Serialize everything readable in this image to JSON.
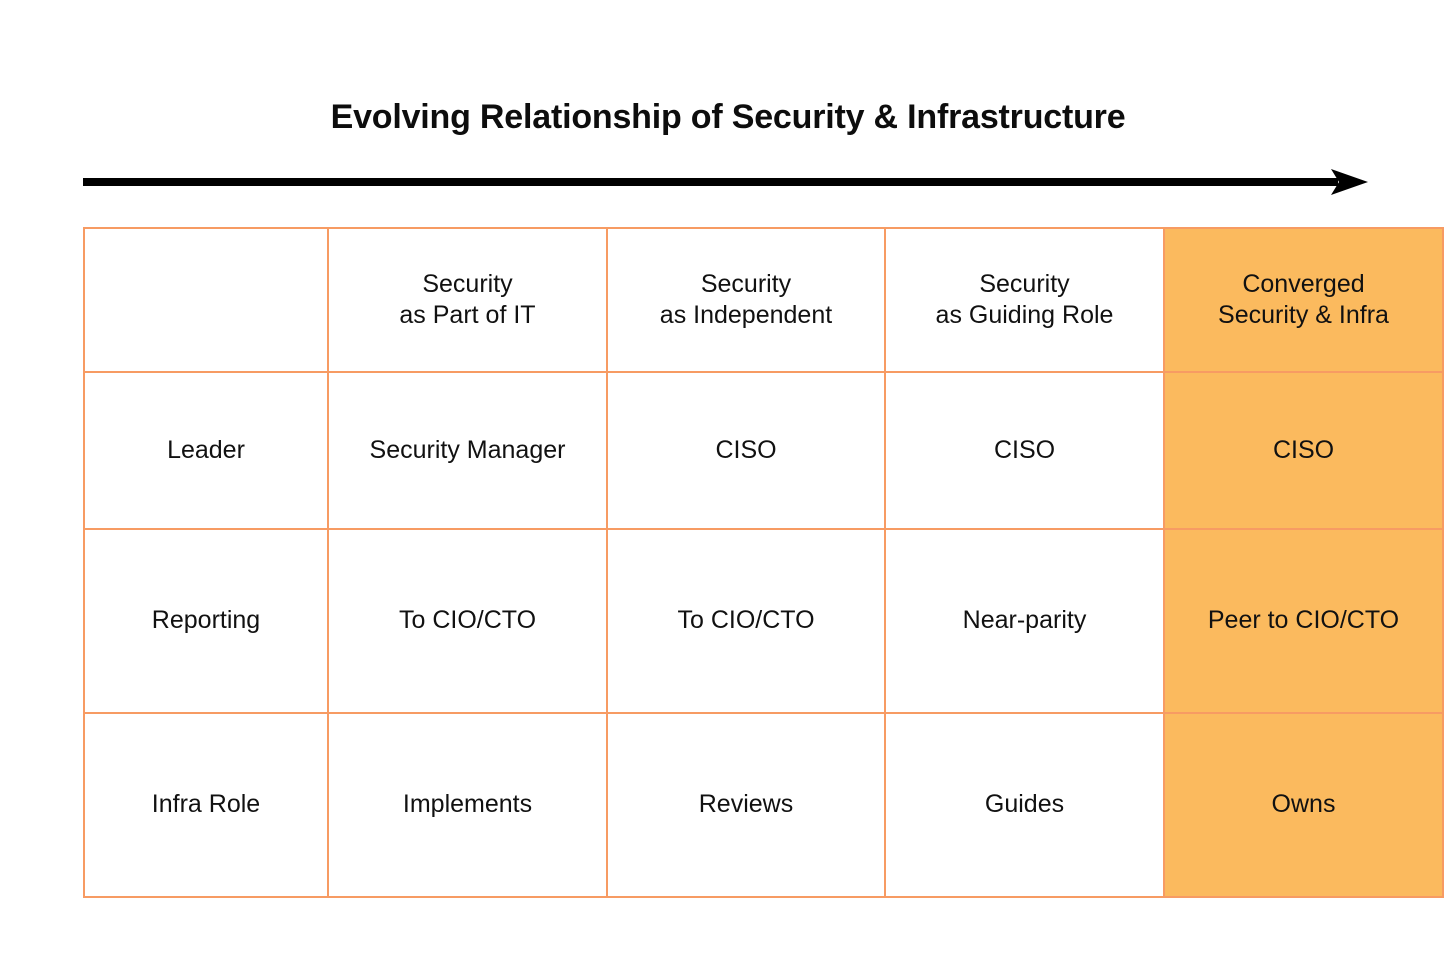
{
  "page": {
    "title": "Evolving Relationship of Security & Infrastructure",
    "background_color": "#FFFFFF"
  },
  "timeline_arrow": {
    "icon": "right-arrow-icon",
    "color": "#000000",
    "direction": "right"
  },
  "colors": {
    "table_border": "#F79B63",
    "highlight_background": "#FBBA5E",
    "text": "#111111",
    "arrow": "#000000"
  },
  "chart_data": {
    "type": "table",
    "title": "Evolving Relationship of Security & Infrastructure",
    "annotations": [
      "maturity progression arrow pointing right"
    ],
    "row_header_label": "",
    "categories": [
      "Security as Part of IT",
      "Security as Independent",
      "Security as Guiding Role",
      "Converged Security & Infra"
    ],
    "highlighted_column_index": 3,
    "rows": [
      "Leader",
      "Reporting",
      "Infra Role"
    ],
    "values": [
      [
        "Security Manager",
        "CISO",
        "CISO",
        "CISO"
      ],
      [
        "To CIO/CTO",
        "To CIO/CTO",
        "Near-parity",
        "Peer to CIO/CTO"
      ],
      [
        "Implements",
        "Reviews",
        "Guides",
        "Owns"
      ]
    ]
  },
  "table": {
    "header": {
      "corner": "",
      "columns": [
        {
          "line1": "Security",
          "line2": "as Part of IT",
          "highlighted": false
        },
        {
          "line1": "Security",
          "line2": "as Independent",
          "highlighted": false
        },
        {
          "line1": "Security",
          "line2": "as Guiding Role",
          "highlighted": false
        },
        {
          "line1": "Converged",
          "line2": "Security & Infra",
          "highlighted": true
        }
      ]
    },
    "rows": [
      {
        "label": "Leader",
        "cells": [
          "Security Manager",
          "CISO",
          "CISO",
          "CISO"
        ]
      },
      {
        "label": "Reporting",
        "cells": [
          "To CIO/CTO",
          "To CIO/CTO",
          "Near-parity",
          "Peer to CIO/CTO"
        ]
      },
      {
        "label": "Infra Role",
        "cells": [
          "Implements",
          "Reviews",
          "Guides",
          "Owns"
        ]
      }
    ]
  }
}
